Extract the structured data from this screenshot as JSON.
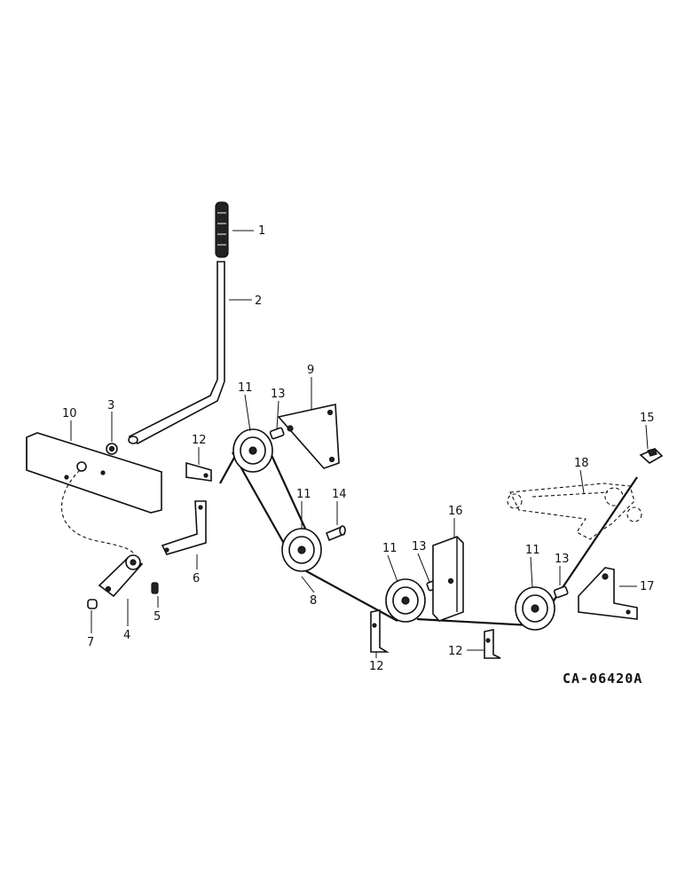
{
  "drawing_code": "CA-06420A",
  "labels": {
    "l1": "1",
    "l2": "2",
    "l3": "3",
    "l4": "4",
    "l5": "5",
    "l6": "6",
    "l7": "7",
    "l8": "8",
    "l9": "9",
    "l10": "10",
    "l11a": "11",
    "l11b": "11",
    "l11c": "11",
    "l11d": "11",
    "l12a": "12",
    "l12b": "12",
    "l12c": "12",
    "l13a": "13",
    "l13b": "13",
    "l13c": "13",
    "l14": "14",
    "l15": "15",
    "l16": "16",
    "l17": "17",
    "l18": "18"
  }
}
